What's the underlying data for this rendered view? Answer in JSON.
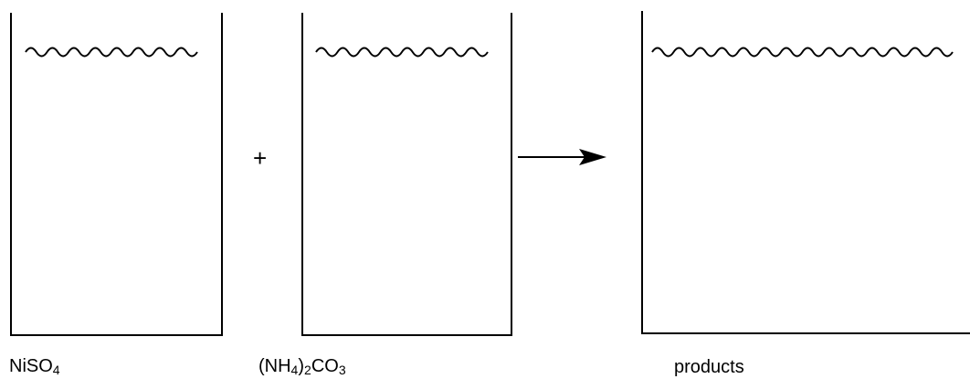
{
  "beakers": [
    {
      "id": "beaker-1",
      "label_parts": [
        {
          "t": "NiSO"
        },
        {
          "t": "4",
          "sub": true
        }
      ]
    },
    {
      "id": "beaker-2",
      "label_parts": [
        {
          "t": "(NH"
        },
        {
          "t": "4",
          "sub": true
        },
        {
          "t": ")"
        },
        {
          "t": "2",
          "sub": true
        },
        {
          "t": "CO"
        },
        {
          "t": "3",
          "sub": true
        }
      ]
    },
    {
      "id": "beaker-3",
      "label_parts": [
        {
          "t": "products"
        }
      ]
    }
  ],
  "plus_sign": "+",
  "colors": {
    "stroke": "#000000",
    "background": "#ffffff"
  }
}
